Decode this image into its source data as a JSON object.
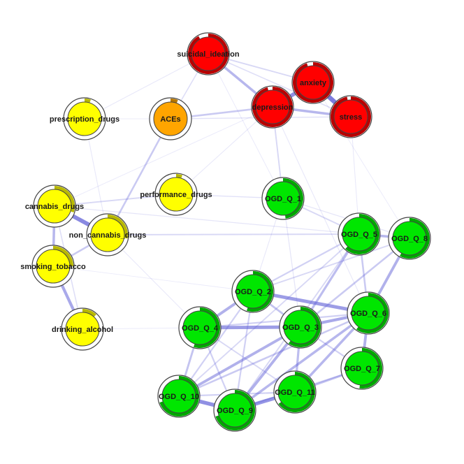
{
  "colors": {
    "red": "#ff0000",
    "orange": "#ffa500",
    "yellow": "#ffff00",
    "green": "#00e600",
    "edge": "#5b5bd6",
    "ring_fill": "#ffffff",
    "ring_stroke": "#444444"
  },
  "chart_data": {
    "type": "network",
    "title": "",
    "nodes": [
      {
        "id": "suicidal_ideation",
        "label": "suicidal_ideation",
        "group": "red",
        "predictability": 0.92
      },
      {
        "id": "anxiety",
        "label": "anxiety",
        "group": "red",
        "predictability": 0.95
      },
      {
        "id": "depression",
        "label": "depression",
        "group": "red",
        "predictability": 0.96
      },
      {
        "id": "stress",
        "label": "stress",
        "group": "red",
        "predictability": 0.97
      },
      {
        "id": "prescription_drugs",
        "label": "prescription_drugs",
        "group": "yellow",
        "predictability": 0.05
      },
      {
        "id": "ACEs",
        "label": "ACEs",
        "group": "orange",
        "predictability": 0.06
      },
      {
        "id": "performance_drugs",
        "label": "performance_drugs",
        "group": "yellow",
        "predictability": 0.05
      },
      {
        "id": "OGD_Q_1",
        "label": "OGD_Q_1",
        "group": "green",
        "predictability": 0.48
      },
      {
        "id": "cannabis_drugs",
        "label": "cannabis_drugs",
        "group": "yellow",
        "predictability": 0.3
      },
      {
        "id": "non_cannabis_drugs",
        "label": "non_cannabis_drugs",
        "group": "yellow",
        "predictability": 0.28
      },
      {
        "id": "OGD_Q_5",
        "label": "OGD_Q_5",
        "group": "green",
        "predictability": 0.62
      },
      {
        "id": "OGD_Q_8",
        "label": "OGD_Q_8",
        "group": "green",
        "predictability": 0.58
      },
      {
        "id": "smoking_tobacco",
        "label": "smoking_tobacco",
        "group": "yellow",
        "predictability": 0.25
      },
      {
        "id": "OGD_Q_2",
        "label": "OGD_Q_2",
        "group": "green",
        "predictability": 0.55
      },
      {
        "id": "OGD_Q_6",
        "label": "OGD_Q_6",
        "group": "green",
        "predictability": 0.6
      },
      {
        "id": "drinking_alcohol",
        "label": "drinking_alcohol",
        "group": "yellow",
        "predictability": 0.12
      },
      {
        "id": "OGD_Q_4",
        "label": "OGD_Q_4",
        "group": "green",
        "predictability": 0.55
      },
      {
        "id": "OGD_Q_3",
        "label": "OGD_Q_3",
        "group": "green",
        "predictability": 0.6
      },
      {
        "id": "OGD_Q_7",
        "label": "OGD_Q_7",
        "group": "green",
        "predictability": 0.52
      },
      {
        "id": "OGD_Q_10",
        "label": "OGD_Q_10",
        "group": "green",
        "predictability": 0.7
      },
      {
        "id": "OGD_Q_11",
        "label": "OGD_Q_11",
        "group": "green",
        "predictability": 0.65
      },
      {
        "id": "OGD_Q_9",
        "label": "OGD_Q_9",
        "group": "green",
        "predictability": 0.7
      }
    ],
    "edges": [
      {
        "source": "anxiety",
        "target": "stress",
        "weight": 0.9
      },
      {
        "source": "depression",
        "target": "anxiety",
        "weight": 0.75
      },
      {
        "source": "depression",
        "target": "stress",
        "weight": 0.45
      },
      {
        "source": "suicidal_ideation",
        "target": "depression",
        "weight": 0.45
      },
      {
        "source": "suicidal_ideation",
        "target": "anxiety",
        "weight": 0.2
      },
      {
        "source": "suicidal_ideation",
        "target": "stress",
        "weight": 0.15
      },
      {
        "source": "ACEs",
        "target": "depression",
        "weight": 0.3
      },
      {
        "source": "ACEs",
        "target": "suicidal_ideation",
        "weight": 0.15
      },
      {
        "source": "ACEs",
        "target": "non_cannabis_drugs",
        "weight": 0.3
      },
      {
        "source": "ACEs",
        "target": "stress",
        "weight": 0.12
      },
      {
        "source": "prescription_drugs",
        "target": "suicidal_ideation",
        "weight": 0.08
      },
      {
        "source": "prescription_drugs",
        "target": "non_cannabis_drugs",
        "weight": 0.08
      },
      {
        "source": "cannabis_drugs",
        "target": "non_cannabis_drugs",
        "weight": 0.8
      },
      {
        "source": "cannabis_drugs",
        "target": "smoking_tobacco",
        "weight": 0.45
      },
      {
        "source": "smoking_tobacco",
        "target": "non_cannabis_drugs",
        "weight": 0.3
      },
      {
        "source": "smoking_tobacco",
        "target": "drinking_alcohol",
        "weight": 0.55
      },
      {
        "source": "cannabis_drugs",
        "target": "drinking_alcohol",
        "weight": 0.15
      },
      {
        "source": "performance_drugs",
        "target": "cannabis_drugs",
        "weight": 0.2
      },
      {
        "source": "performance_drugs",
        "target": "OGD_Q_1",
        "weight": 0.12
      },
      {
        "source": "non_cannabis_drugs",
        "target": "OGD_Q_5",
        "weight": 0.2
      },
      {
        "source": "cannabis_drugs",
        "target": "OGD_Q_5",
        "weight": 0.1
      },
      {
        "source": "depression",
        "target": "OGD_Q_1",
        "weight": 0.2
      },
      {
        "source": "depression",
        "target": "OGD_Q_6",
        "weight": 0.08
      },
      {
        "source": "stress",
        "target": "OGD_Q_5",
        "weight": 0.07
      },
      {
        "source": "OGD_Q_1",
        "target": "OGD_Q_5",
        "weight": 0.2
      },
      {
        "source": "OGD_Q_1",
        "target": "OGD_Q_8",
        "weight": 0.1
      },
      {
        "source": "OGD_Q_5",
        "target": "OGD_Q_8",
        "weight": 0.45
      },
      {
        "source": "OGD_Q_5",
        "target": "OGD_Q_6",
        "weight": 0.3
      },
      {
        "source": "OGD_Q_5",
        "target": "OGD_Q_3",
        "weight": 0.4
      },
      {
        "source": "OGD_Q_5",
        "target": "OGD_Q_2",
        "weight": 0.25
      },
      {
        "source": "OGD_Q_5",
        "target": "OGD_Q_10",
        "weight": 0.2
      },
      {
        "source": "OGD_Q_5",
        "target": "OGD_Q_9",
        "weight": 0.2
      },
      {
        "source": "OGD_Q_8",
        "target": "OGD_Q_6",
        "weight": 0.5
      },
      {
        "source": "OGD_Q_8",
        "target": "OGD_Q_3",
        "weight": 0.3
      },
      {
        "source": "OGD_Q_8",
        "target": "OGD_Q_2",
        "weight": 0.2
      },
      {
        "source": "OGD_Q_2",
        "target": "OGD_Q_6",
        "weight": 0.65
      },
      {
        "source": "OGD_Q_2",
        "target": "OGD_Q_4",
        "weight": 0.5
      },
      {
        "source": "OGD_Q_2",
        "target": "OGD_Q_3",
        "weight": 0.35
      },
      {
        "source": "OGD_Q_2",
        "target": "OGD_Q_10",
        "weight": 0.25
      },
      {
        "source": "OGD_Q_2",
        "target": "OGD_Q_9",
        "weight": 0.25
      },
      {
        "source": "OGD_Q_4",
        "target": "OGD_Q_3",
        "weight": 0.65
      },
      {
        "source": "OGD_Q_4",
        "target": "OGD_Q_10",
        "weight": 0.35
      },
      {
        "source": "OGD_Q_4",
        "target": "OGD_Q_9",
        "weight": 0.25
      },
      {
        "source": "OGD_Q_4",
        "target": "OGD_Q_11",
        "weight": 0.2
      },
      {
        "source": "OGD_Q_3",
        "target": "OGD_Q_6",
        "weight": 0.55
      },
      {
        "source": "OGD_Q_3",
        "target": "OGD_Q_10",
        "weight": 0.5
      },
      {
        "source": "OGD_Q_3",
        "target": "OGD_Q_9",
        "weight": 0.5
      },
      {
        "source": "OGD_Q_3",
        "target": "OGD_Q_11",
        "weight": 0.4
      },
      {
        "source": "OGD_Q_3",
        "target": "OGD_Q_7",
        "weight": 0.25
      },
      {
        "source": "OGD_Q_6",
        "target": "OGD_Q_7",
        "weight": 0.5
      },
      {
        "source": "OGD_Q_6",
        "target": "OGD_Q_11",
        "weight": 0.45
      },
      {
        "source": "OGD_Q_6",
        "target": "OGD_Q_9",
        "weight": 0.45
      },
      {
        "source": "OGD_Q_6",
        "target": "OGD_Q_10",
        "weight": 0.3
      },
      {
        "source": "OGD_Q_6",
        "target": "OGD_Q_4",
        "weight": 0.25
      },
      {
        "source": "OGD_Q_7",
        "target": "OGD_Q_11",
        "weight": 0.35
      },
      {
        "source": "OGD_Q_7",
        "target": "OGD_Q_9",
        "weight": 0.25
      },
      {
        "source": "OGD_Q_10",
        "target": "OGD_Q_9",
        "weight": 0.75
      },
      {
        "source": "OGD_Q_10",
        "target": "OGD_Q_11",
        "weight": 0.25
      },
      {
        "source": "OGD_Q_9",
        "target": "OGD_Q_11",
        "weight": 0.7
      },
      {
        "source": "OGD_Q_1",
        "target": "OGD_Q_3",
        "weight": 0.1
      },
      {
        "source": "OGD_Q_1",
        "target": "OGD_Q_2",
        "weight": 0.08
      },
      {
        "source": "drinking_alcohol",
        "target": "OGD_Q_4",
        "weight": 0.05
      },
      {
        "source": "non_cannabis_drugs",
        "target": "OGD_Q_4",
        "weight": 0.07
      },
      {
        "source": "performance_drugs",
        "target": "depression",
        "weight": 0.07
      },
      {
        "source": "prescription_drugs",
        "target": "ACEs",
        "weight": 0.05
      },
      {
        "source": "suicidal_ideation",
        "target": "OGD_Q_1",
        "weight": 0.06
      },
      {
        "source": "anxiety",
        "target": "OGD_Q_8",
        "weight": 0.05
      },
      {
        "source": "cannabis_drugs",
        "target": "depression",
        "weight": 0.06
      },
      {
        "source": "smoking_tobacco",
        "target": "OGD_Q_2",
        "weight": 0.05
      }
    ]
  }
}
